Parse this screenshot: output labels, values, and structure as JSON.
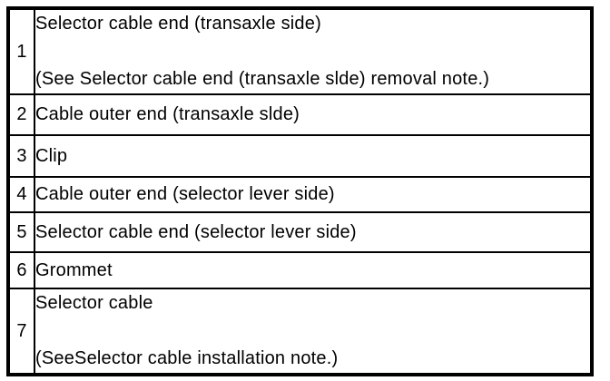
{
  "table": {
    "description": "Selector cable parts list",
    "colors": {
      "border": "#000000",
      "background": "#ffffff",
      "text": "#000000"
    },
    "rows": [
      {
        "num": "1",
        "lines": [
          "Selector cable end (transaxle side)",
          "(See Selector cable end (transaxle slde) removal note.)"
        ]
      },
      {
        "num": "2",
        "lines": [
          "Cable outer end (transaxle slde)"
        ]
      },
      {
        "num": "3",
        "lines": [
          "Clip"
        ]
      },
      {
        "num": "4",
        "lines": [
          "Cable outer end (selector lever side)"
        ]
      },
      {
        "num": "5",
        "lines": [
          "Selector cable end (selector lever side)"
        ]
      },
      {
        "num": "6",
        "lines": [
          "Grommet"
        ]
      },
      {
        "num": "7",
        "lines": [
          "Selector cable",
          "(SeeSelector cable installation note.)"
        ]
      }
    ]
  }
}
